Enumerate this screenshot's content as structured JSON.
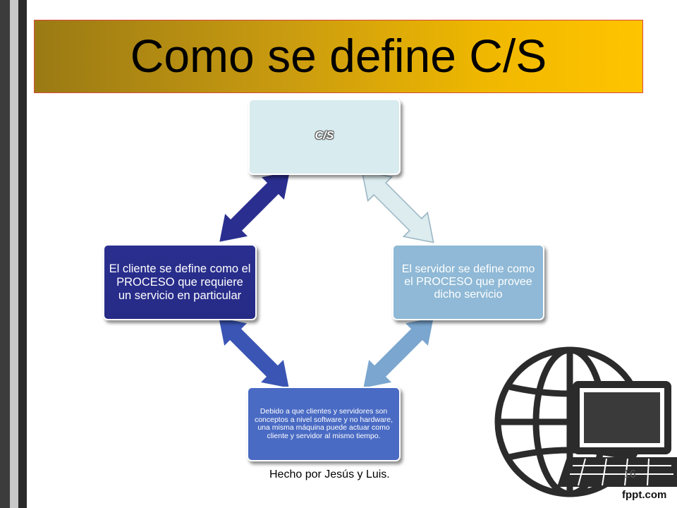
{
  "slide": {
    "title": "Como se define C/S",
    "footer": "Hecho por Jesús y Luis.",
    "page_number": "16",
    "brand": "fppt.com"
  },
  "diagram": {
    "top_node": "C/S",
    "left_node": "El cliente se define como el PROCESO que requiere un servicio en particular",
    "right_node": "El servidor se define como el PROCESO que provee dicho servicio",
    "bottom_node": "Debido a que clientes y servidores son conceptos a nivel software y no hardware, una misma máquina puede actuar como cliente y servidor al mismo tiempo."
  },
  "colors": {
    "title_bar_left": "#9a7a14",
    "title_bar_right": "#ffc400",
    "left_node": "#2a2f8f",
    "right_node": "#8fb9d6",
    "top_node": "#d8ebef",
    "bottom_node": "#4a6bc4"
  },
  "icons": [
    "globe-icon",
    "laptop-icon"
  ]
}
